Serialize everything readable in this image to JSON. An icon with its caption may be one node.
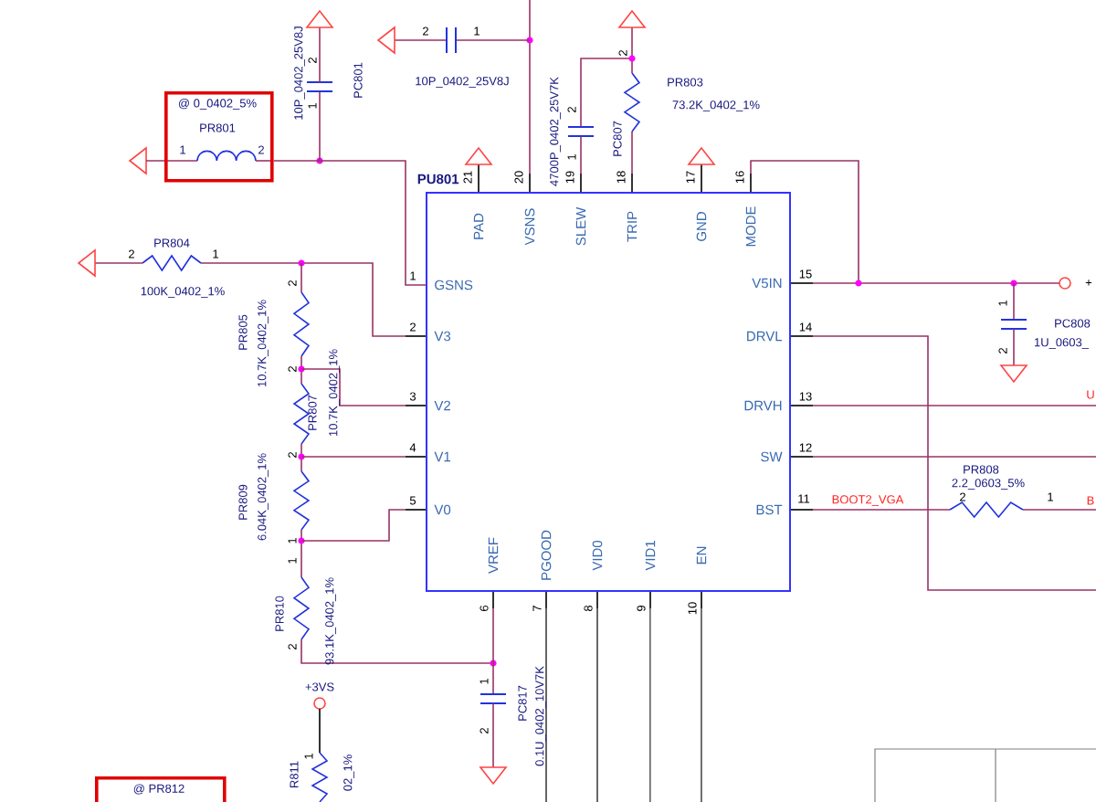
{
  "diagram": {
    "nodes": [
      {
        "text": [
          "PU801",
          "PAD",
          "VSNS",
          "SLEW",
          "TRIP",
          "GND",
          "MODE",
          "GSNS",
          "V3",
          "V2",
          "V1",
          "V0",
          "V5IN",
          "DRVL",
          "DRVH",
          "SW",
          "BST",
          "VREF",
          "PGOOD",
          "VID0",
          "VID1",
          "EN"
        ]
      },
      {
        "text": [
          "@ 0_0402_5%",
          "PR801",
          "1",
          "2"
        ]
      },
      {
        "text": [
          "@ PR812"
        ]
      }
    ],
    "edges": [
      {
        "from": 1,
        "to": 0,
        "arrow": "none"
      }
    ],
    "labels": [
      "10P_0402_25V8J",
      "2",
      "1",
      "PC801",
      "2",
      "1",
      "10P_0402_25V8J",
      "21",
      "20",
      "19",
      "18",
      "17",
      "16",
      "4700P_0402_25V7K",
      "2",
      "1",
      "PC807",
      "2",
      "PR803",
      "73.2K_0402_1%",
      "PR804",
      "2",
      "1",
      "100K_0402_1%",
      "PR805",
      "10.7K_0402_1%",
      "2",
      "2",
      "PR807",
      "10.7K_0402_1%",
      "2",
      "PR809",
      "6.04K_0402_1%",
      "1",
      "1",
      "PR810",
      "93.1K_0402_1%",
      "2",
      "+3VS",
      "1",
      "R811",
      "02_1%",
      "1",
      "2",
      "3",
      "4",
      "5",
      "15",
      "14",
      "13",
      "12",
      "11",
      "BOOT2_VGA",
      "PR808",
      "2.2_0603_5%",
      "2",
      "1",
      "B",
      "U",
      "+",
      "1",
      "2",
      "PC808",
      "1U_0603_",
      "6",
      "7",
      "8",
      "9",
      "10",
      "1",
      "2",
      "PC817",
      "0.1U_0402_10V7K"
    ]
  }
}
